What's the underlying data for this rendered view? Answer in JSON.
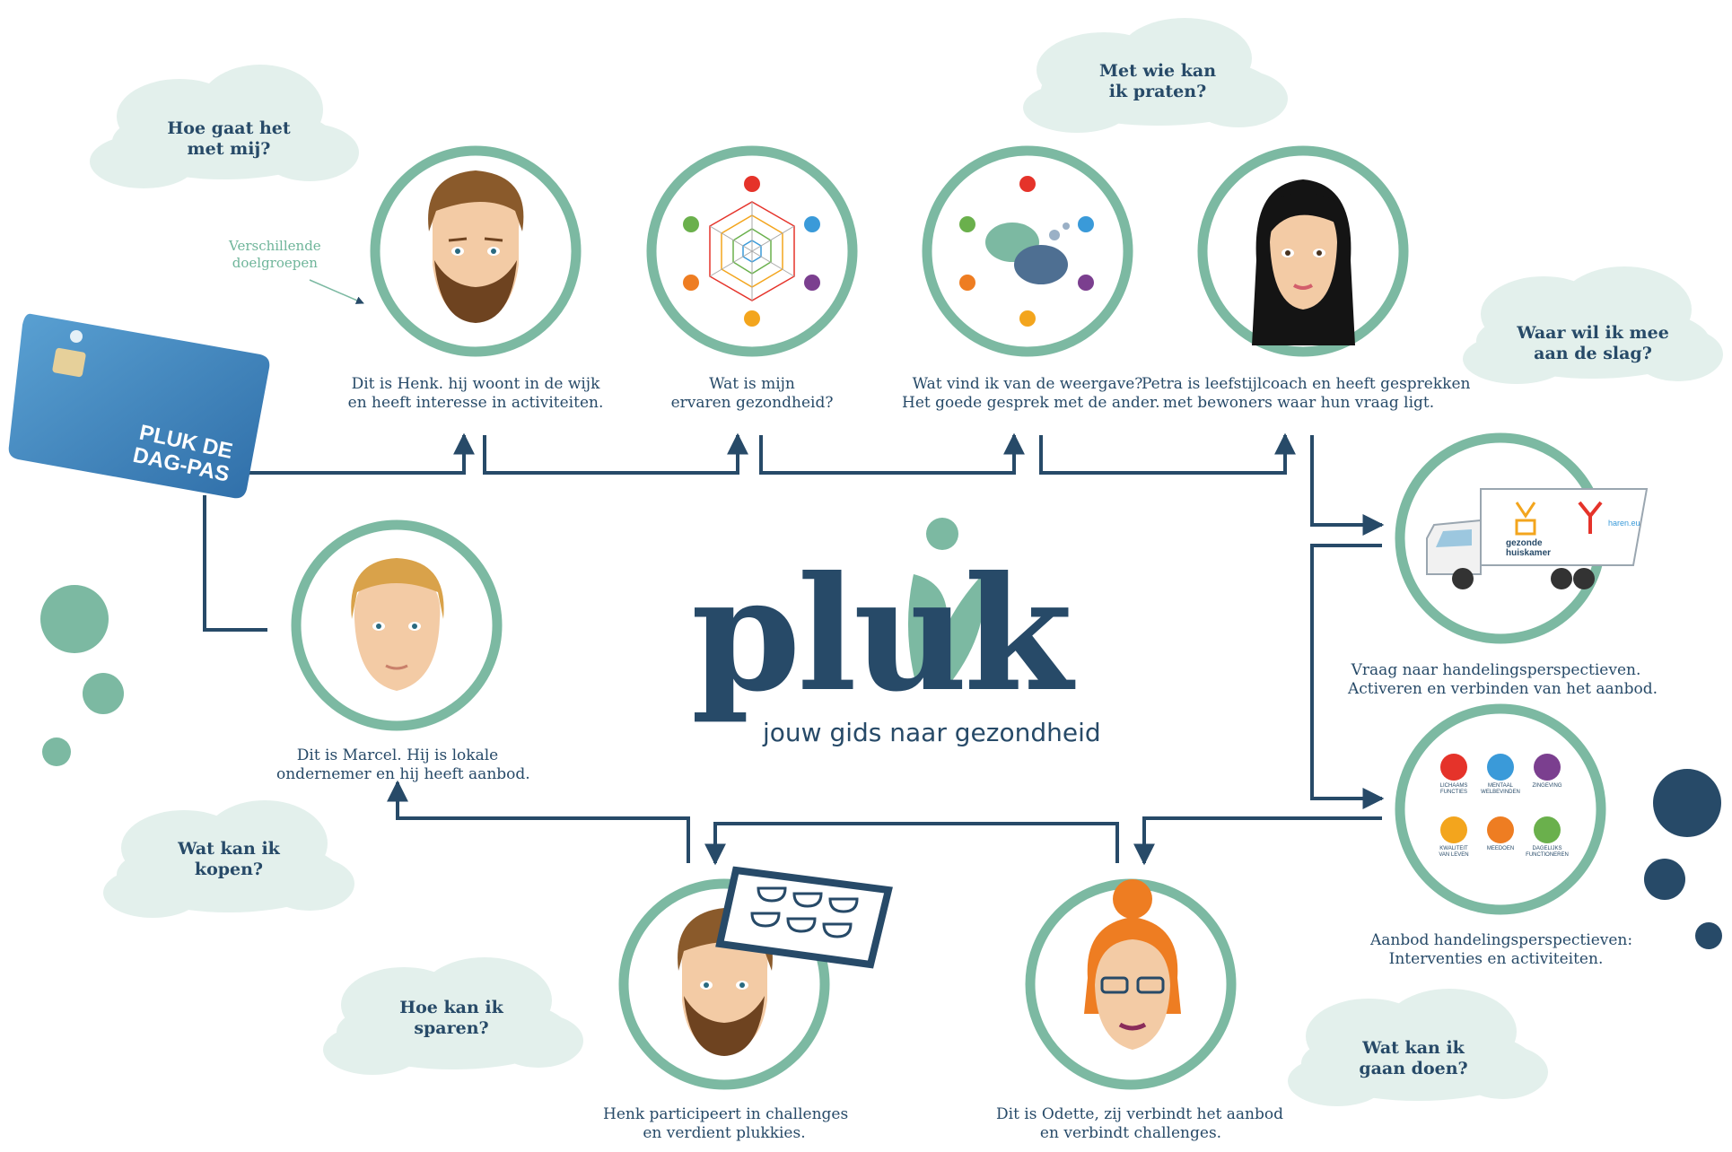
{
  "colors": {
    "navy": "#274a68",
    "teal": "#7cb9a2",
    "cloud": "#e3f0ec",
    "card_blue": "#3f7fb8"
  },
  "logo": {
    "word": "pluk",
    "tagline": "jouw gids naar gezondheid"
  },
  "card": {
    "line1": "PLUK DE",
    "line2": "DAG-PAS"
  },
  "note": {
    "line1": "Verschillende",
    "line2": "doelgroepen"
  },
  "clouds": [
    {
      "line1": "Hoe gaat het",
      "line2": "met mij?"
    },
    {
      "line1": "Met wie kan",
      "line2": "ik praten?"
    },
    {
      "line1": "Waar wil ik mee",
      "line2": "aan de slag?"
    },
    {
      "line1": "Wat kan ik",
      "line2": "kopen?"
    },
    {
      "line1": "Hoe kan ik",
      "line2": "sparen?"
    },
    {
      "line1": "Wat kan ik",
      "line2": "gaan doen?"
    }
  ],
  "nodes": [
    {
      "line1": "Dit is Henk. hij woont in de wijk",
      "line2": "en heeft interesse in activiteiten."
    },
    {
      "line1": "Wat is mijn",
      "line2": "ervaren gezondheid?"
    },
    {
      "line1": "Wat vind ik van de weergave?",
      "line2": "Het goede gesprek met de ander."
    },
    {
      "line1": "Petra is leefstijlcoach en heeft gesprekken",
      "line2": "met bewoners waar hun vraag ligt."
    },
    {
      "line1": "Vraag naar handelingsperspectieven.",
      "line2": "Activeren en verbinden van het aanbod."
    },
    {
      "line1": "Aanbod handelingsperspectieven:",
      "line2": "Interventies en activiteiten."
    },
    {
      "line1": "Dit is Odette, zij verbindt het aanbod",
      "line2": "en verbindt challenges."
    },
    {
      "line1": "Henk participeert in challenges",
      "line2": "en verdient plukkies."
    },
    {
      "line1": "Dit is Marcel. Hij is lokale",
      "line2": "ondernemer en hij heeft aanbod."
    }
  ],
  "truck": {
    "brand1_line1": "gezonde",
    "brand1_line2": "huiskamer",
    "brand2": "haren.eu"
  },
  "domains": [
    {
      "line1": "LICHAAMS",
      "line2": "FUNCTIES",
      "color": "#e5332a"
    },
    {
      "line1": "MENTAAL",
      "line2": "WELBEVINDEN",
      "color": "#3a9ad9"
    },
    {
      "line1": "ZINGEVING",
      "line2": "",
      "color": "#7b3f8f"
    },
    {
      "line1": "KWALITEIT",
      "line2": "VAN LEVEN",
      "color": "#f3a51d"
    },
    {
      "line1": "MEEDOEN",
      "line2": "",
      "color": "#ee7d22"
    },
    {
      "line1": "DAGELIJKS",
      "line2": "FUNCTIONEREN",
      "color": "#6ab04c"
    }
  ]
}
